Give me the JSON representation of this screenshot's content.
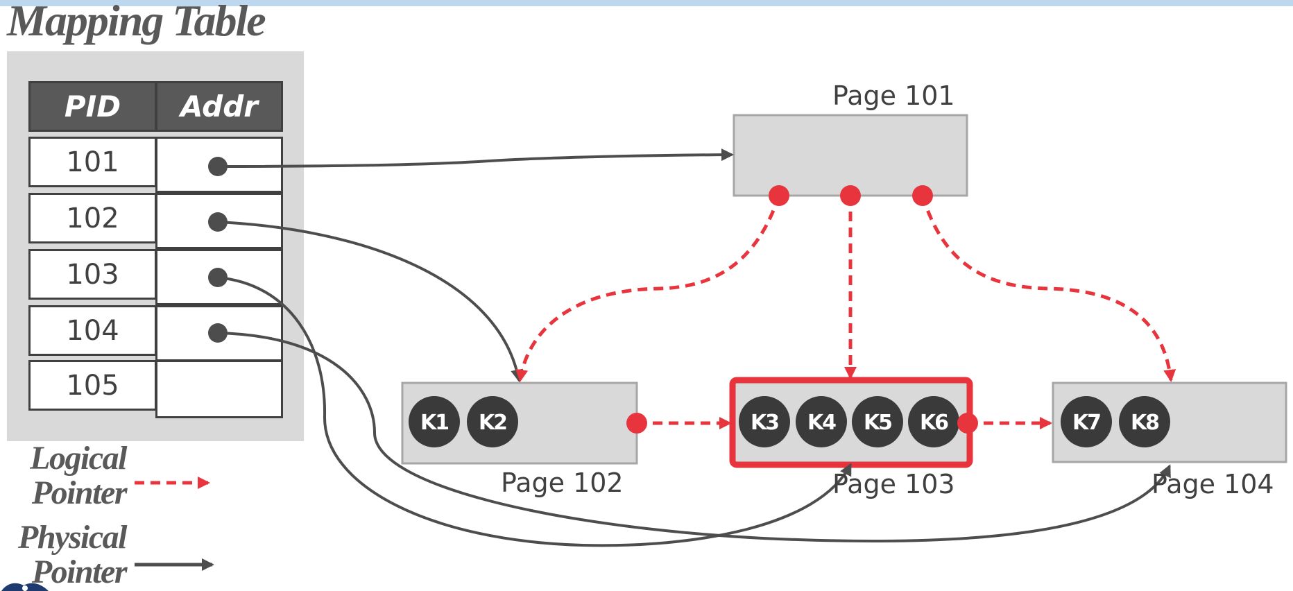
{
  "title": "Mapping Table",
  "table": {
    "headers": {
      "pid": "PID",
      "addr": "Addr"
    },
    "rows": [
      {
        "pid": "101",
        "has_pointer": true
      },
      {
        "pid": "102",
        "has_pointer": true
      },
      {
        "pid": "103",
        "has_pointer": true
      },
      {
        "pid": "104",
        "has_pointer": true
      },
      {
        "pid": "105",
        "has_pointer": false
      }
    ]
  },
  "pages": {
    "p101": {
      "label": "Page 101",
      "keys": []
    },
    "p102": {
      "label": "Page 102",
      "keys": [
        "K1",
        "K2"
      ]
    },
    "p103": {
      "label": "Page 103",
      "keys": [
        "K3",
        "K4",
        "K5",
        "K6"
      ],
      "highlighted": true
    },
    "p104": {
      "label": "Page 104",
      "keys": [
        "K7",
        "K8"
      ]
    }
  },
  "legend": {
    "logical": {
      "line1": "Logical",
      "line2": "Pointer"
    },
    "physical": {
      "line1": "Physical",
      "line2": "Pointer"
    }
  },
  "colors": {
    "logical_pointer": "#e8343c",
    "physical_pointer": "#4d4d4d",
    "page_fill": "#d9d9d9",
    "page_border": "#a6a6a6",
    "key_fill": "#3a3a3a",
    "highlight_border": "#e8343c",
    "header_fill": "#595959",
    "title_text": "#595959",
    "top_rule": "#bdd7ee"
  }
}
